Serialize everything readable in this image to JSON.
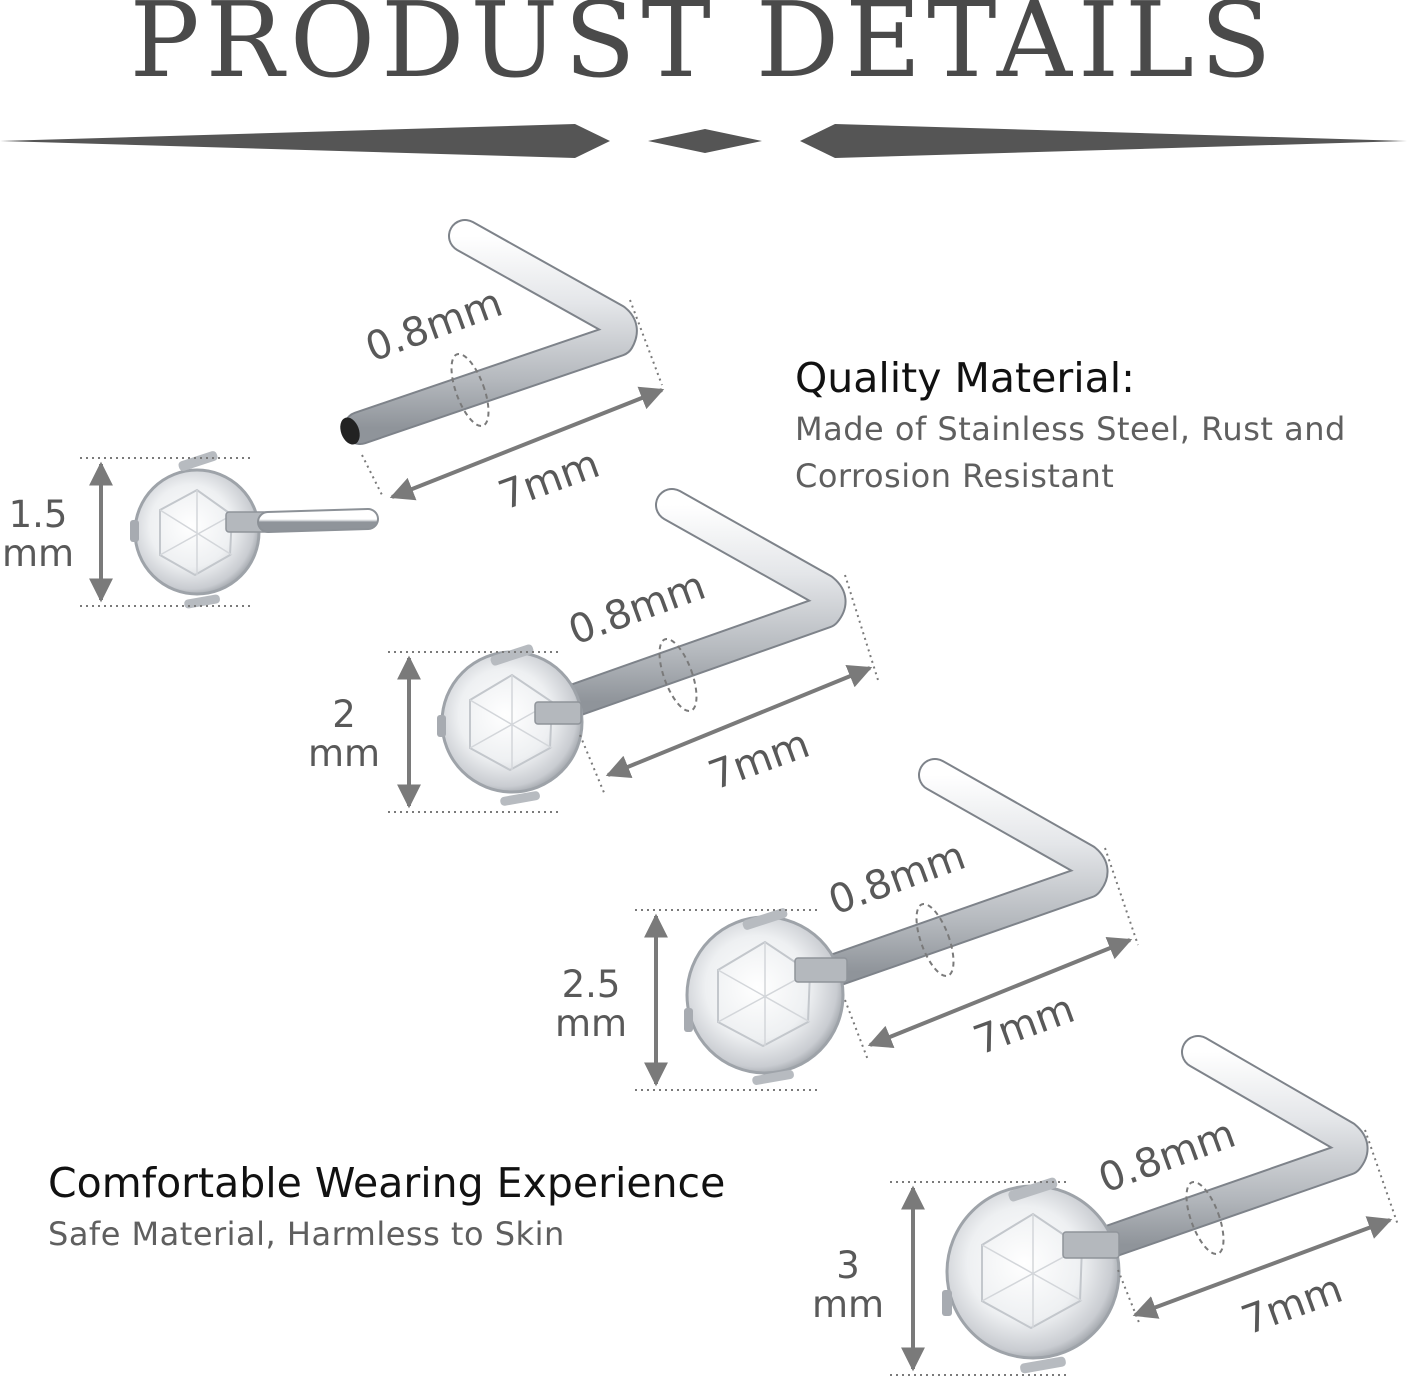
{
  "title": "PRODUST DETAILS",
  "features": [
    {
      "heading": "Quality Material:",
      "description_lines": [
        "Made of Stainless Steel, Rust and",
        "Corrosion Resistant"
      ]
    },
    {
      "heading": "Comfortable Wearing Experience",
      "description_lines": [
        "Safe Material, Harmless to Skin"
      ]
    }
  ],
  "items": [
    {
      "size_line1": "1.5",
      "size_line2": "mm",
      "gauge": "0.8mm",
      "length": "7mm"
    },
    {
      "size_line1": "2",
      "size_line2": "mm",
      "gauge": "0.8mm",
      "length": "7mm"
    },
    {
      "size_line1": "2.5",
      "size_line2": "mm",
      "gauge": "0.8mm",
      "length": "7mm"
    },
    {
      "size_line1": "3",
      "size_line2": "mm",
      "gauge": "0.8mm",
      "length": "7mm"
    }
  ],
  "colors": {
    "title": "#4a4a4a",
    "heading": "#111111",
    "subtext": "#5f5f5f",
    "dimension": "#7a7a7a",
    "steel": "#c6c9cd"
  }
}
